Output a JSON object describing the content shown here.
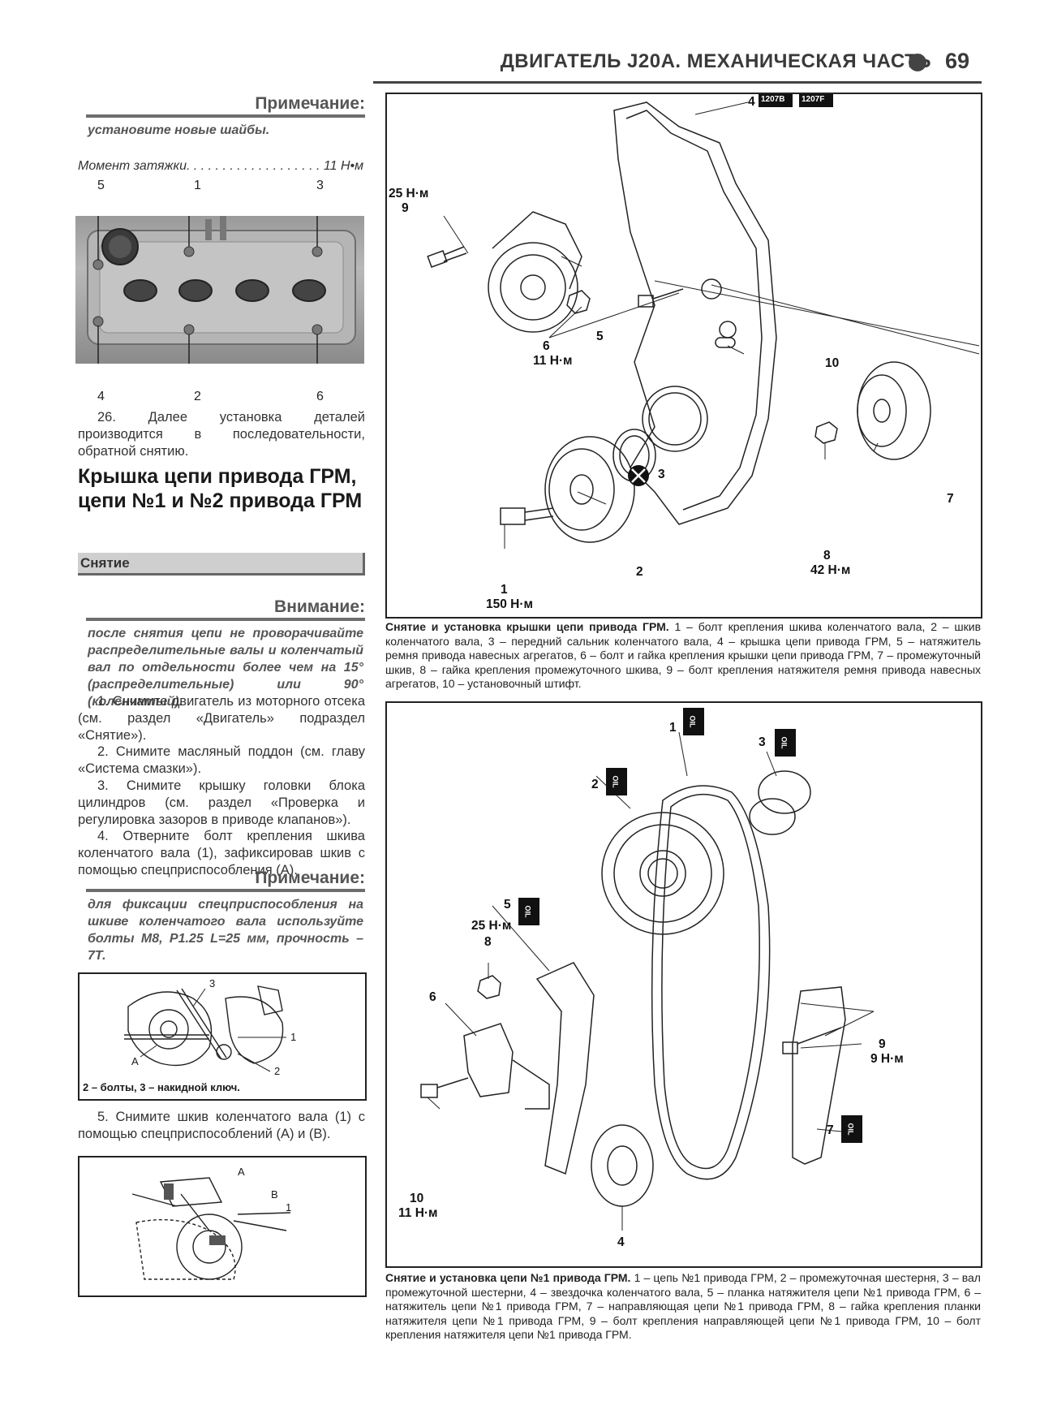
{
  "header": {
    "title": "ДВИГАТЕЛЬ J20A. МЕХАНИЧЕСКАЯ ЧАСТЬ",
    "page_number": "69"
  },
  "left": {
    "note1": {
      "heading": "Примечание:",
      "text": "установите новые шайбы."
    },
    "torque": "Момент затяжки. . . . . . . . . . . . . . . . . . . 11 Н•м",
    "photo_labels_top": [
      "5",
      "1",
      "3"
    ],
    "photo_labels_bottom": [
      "4",
      "2",
      "6"
    ],
    "para26": "26. Далее установка деталей производится в последовательности, обратной снятию.",
    "section_title": "Крышка цепи привода ГРМ, цепи №1 и №2 привода ГРМ",
    "subsection": "Снятие",
    "warning": {
      "heading": "Внимание:",
      "text": "после снятия цепи не проворачивайте распределительные валы и коленчатый вал по отдельности более чем на 15° (распределительные) или 90° (коленчатый)."
    },
    "steps": [
      "1. Снимите двигатель из моторного отсека (см. раздел «Двигатель» подраздел «Снятие»).",
      "2. Снимите масляный поддон (см. главу «Система смазки»).",
      "3. Снимите крышку головки блока цилиндров (см. раздел «Проверка и регулировка зазоров в приводе клапанов»).",
      "4. Отверните болт крепления шкива коленчатого вала (1), зафиксировав шкив с помощью спецприспособления (А)."
    ],
    "note2": {
      "heading": "Примечание:",
      "text": "для фиксации спецприспособления на шкиве коленчатого вала используйте болты М8, Р1.25 L=25 мм, прочность – 7Т."
    },
    "fig_small1_labels": {
      "a": "A",
      "one": "1",
      "two": "2",
      "three": "3"
    },
    "fig_small1_caption": "2 – болты, 3 – накидной ключ.",
    "step5": "5. Снимите шкив коленчатого вала (1) с помощью спецприспособлений (А) и (В).",
    "fig_small2_labels": {
      "a": "A",
      "b": "B",
      "one": "1"
    }
  },
  "fig1": {
    "callouts": {
      "c1": "1",
      "c1_torque": "150 Н·м",
      "c2": "2",
      "c3": "3",
      "c4": "4",
      "c4_code1": "1207B",
      "c4_code2": "1207F",
      "c5": "5",
      "c6": "6",
      "c6_torque": "11 Н·м",
      "c7": "7",
      "c8": "8",
      "c8_torque": "42 Н·м",
      "c9": "9",
      "c9_torque": "25 Н·м",
      "c10": "10"
    },
    "caption_bold": "Снятие и установка крышки цепи привода ГРМ.",
    "caption": " 1 – болт крепления шкива коленчатого вала, 2 – шкив коленчатого вала, 3 – передний сальник коленчатого вала, 4 – крышка цепи привода ГРМ, 5 – натяжитель ремня привода навесных агрегатов, 6 – болт и гайка крепления крышки цепи привода ГРМ, 7 – промежуточный шкив, 8 – гайка крепления промежуточного шкива, 9 – болт крепления натяжителя ремня привода навесных агрегатов, 10 – установочный штифт."
  },
  "fig2": {
    "callouts": {
      "c1": "1",
      "c2": "2",
      "c3": "3",
      "c4": "4",
      "c5": "5",
      "c6": "6",
      "c7": "7",
      "c8": "8",
      "c8_torque": "25 Н·м",
      "c9": "9",
      "c9_torque": "9 Н·м",
      "c10": "10",
      "c10_torque": "11 Н·м"
    },
    "oil_label": "OIL",
    "caption_bold": "Снятие и установка цепи №1 привода ГРМ.",
    "caption": " 1 – цепь №1 привода ГРМ, 2 – промежуточная шестерня, 3 – вал промежуточной шестерни, 4 – звездочка коленчатого вала, 5 – планка натяжителя цепи №1 привода ГРМ, 6 – натяжитель цепи №1 привода ГРМ, 7 – направляющая цепи №1 привода ГРМ, 8 – гайка крепления планки натяжителя цепи №1 привода ГРМ, 9 – болт крепления направляющей цепи №1 привода ГРМ, 10 – болт крепления натяжителя цепи №1 привода ГРМ."
  }
}
